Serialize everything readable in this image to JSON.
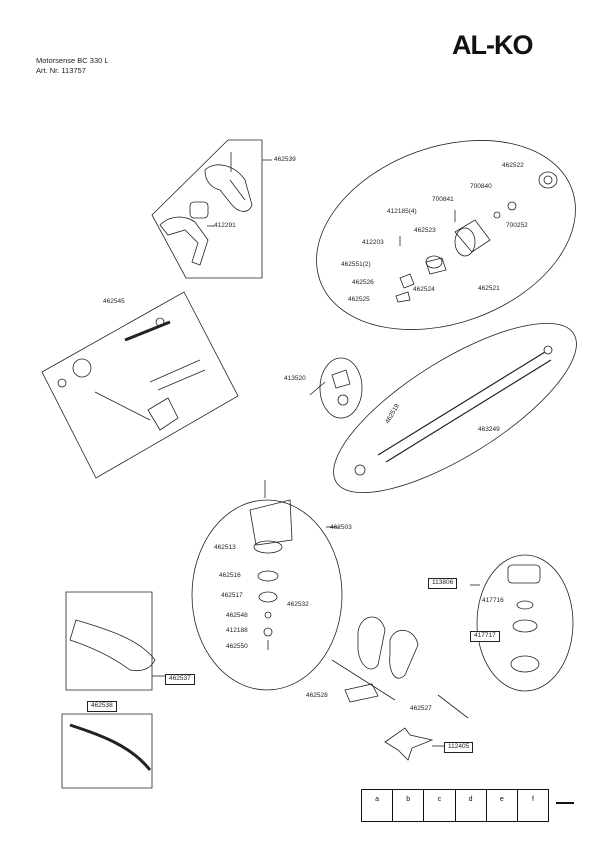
{
  "brand": "AL-KO",
  "header": {
    "model": "Motorsense BC 330 L",
    "article": "Art. Nr. 113757"
  },
  "parts": [
    {
      "id": "p462539",
      "label": "462539"
    },
    {
      "id": "p412291",
      "label": "412291"
    },
    {
      "id": "p462522",
      "label": "462522"
    },
    {
      "id": "p700840",
      "label": "700840"
    },
    {
      "id": "p700841",
      "label": "700841"
    },
    {
      "id": "p412185",
      "label": "412185(4)"
    },
    {
      "id": "p700252",
      "label": "700252"
    },
    {
      "id": "p462523",
      "label": "462523"
    },
    {
      "id": "p412203",
      "label": "412203"
    },
    {
      "id": "p462551",
      "label": "462551(2)"
    },
    {
      "id": "p462526",
      "label": "462526"
    },
    {
      "id": "p462524",
      "label": "462524"
    },
    {
      "id": "p462521",
      "label": "462521"
    },
    {
      "id": "p462525",
      "label": "462525"
    },
    {
      "id": "p462545",
      "label": "462545"
    },
    {
      "id": "p413520",
      "label": "413520"
    },
    {
      "id": "p462519",
      "label": "462519"
    },
    {
      "id": "p463249",
      "label": "463249"
    },
    {
      "id": "p462503",
      "label": "462503"
    },
    {
      "id": "p462513",
      "label": "462513"
    },
    {
      "id": "p462516",
      "label": "462516"
    },
    {
      "id": "p462517",
      "label": "462517"
    },
    {
      "id": "p462532",
      "label": "462532"
    },
    {
      "id": "p462548",
      "label": "462548"
    },
    {
      "id": "p412188",
      "label": "412188"
    },
    {
      "id": "p462550",
      "label": "462550"
    },
    {
      "id": "p113806",
      "label": "113806"
    },
    {
      "id": "p417716",
      "label": "417716"
    },
    {
      "id": "p417717",
      "label": "417717"
    },
    {
      "id": "p462537",
      "label": "462537"
    },
    {
      "id": "p462538",
      "label": "462538"
    },
    {
      "id": "p462528",
      "label": "462528"
    },
    {
      "id": "p462527",
      "label": "462527"
    },
    {
      "id": "p112405",
      "label": "112405"
    }
  ],
  "table": [
    "a",
    "b",
    "c",
    "d",
    "e",
    "f"
  ]
}
